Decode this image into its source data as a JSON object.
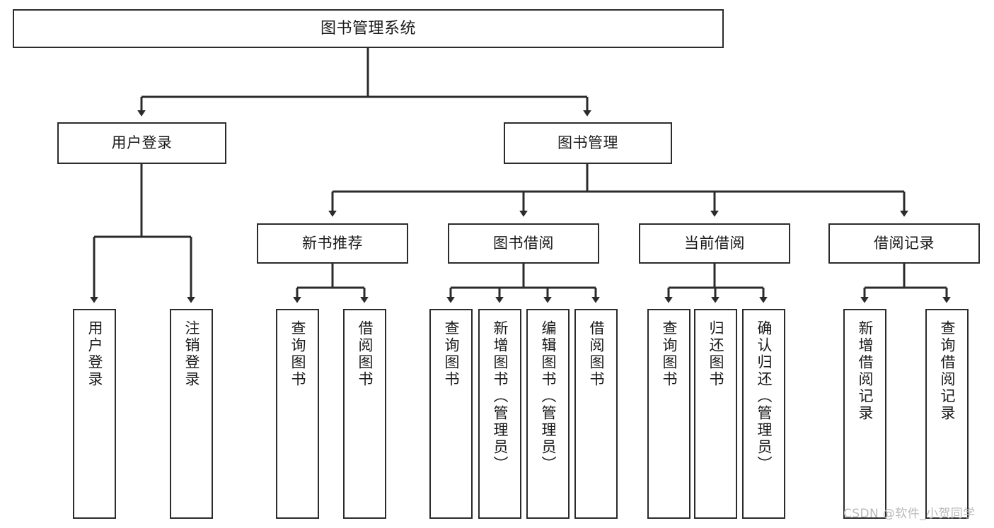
{
  "diagram": {
    "title": "图书管理系统",
    "type": "tree-hierarchy",
    "root": {
      "label": "图书管理系统"
    },
    "level2": [
      {
        "label": "用户登录"
      },
      {
        "label": "图书管理"
      }
    ],
    "level3": [
      {
        "label": "新书推荐"
      },
      {
        "label": "图书借阅"
      },
      {
        "label": "当前借阅"
      },
      {
        "label": "借阅记录"
      }
    ],
    "leaves": [
      {
        "label": "用户登录"
      },
      {
        "label": "注销登录"
      },
      {
        "label": "查询图书"
      },
      {
        "label": "借阅图书"
      },
      {
        "label": "查询图书"
      },
      {
        "label": "新增图书（管理员）"
      },
      {
        "label": "编辑图书（管理员）"
      },
      {
        "label": "借阅图书"
      },
      {
        "label": "查询图书"
      },
      {
        "label": "归还图书"
      },
      {
        "label": "确认归还（管理员）"
      },
      {
        "label": "新增借阅记录"
      },
      {
        "label": "查询借阅记录"
      }
    ],
    "watermark": "CSDN @软件_小贺同学",
    "colors": {
      "stroke": "#2b2b2b",
      "fill": "#ffffff",
      "text": "#1a1a1a",
      "watermark": "#b9b9b9"
    }
  }
}
